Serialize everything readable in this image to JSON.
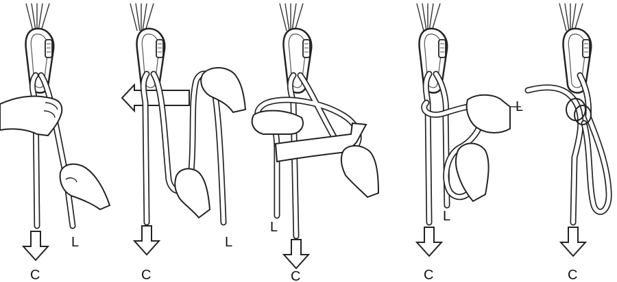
{
  "steps": [
    {
      "bottom_label": "C",
      "end_label": "L"
    },
    {
      "bottom_label": "C",
      "end_label": "L"
    },
    {
      "bottom_label": "C",
      "end_label": "L"
    },
    {
      "bottom_label": "C",
      "end_label": "L"
    },
    {
      "bottom_label": "C",
      "end_label": ""
    }
  ]
}
